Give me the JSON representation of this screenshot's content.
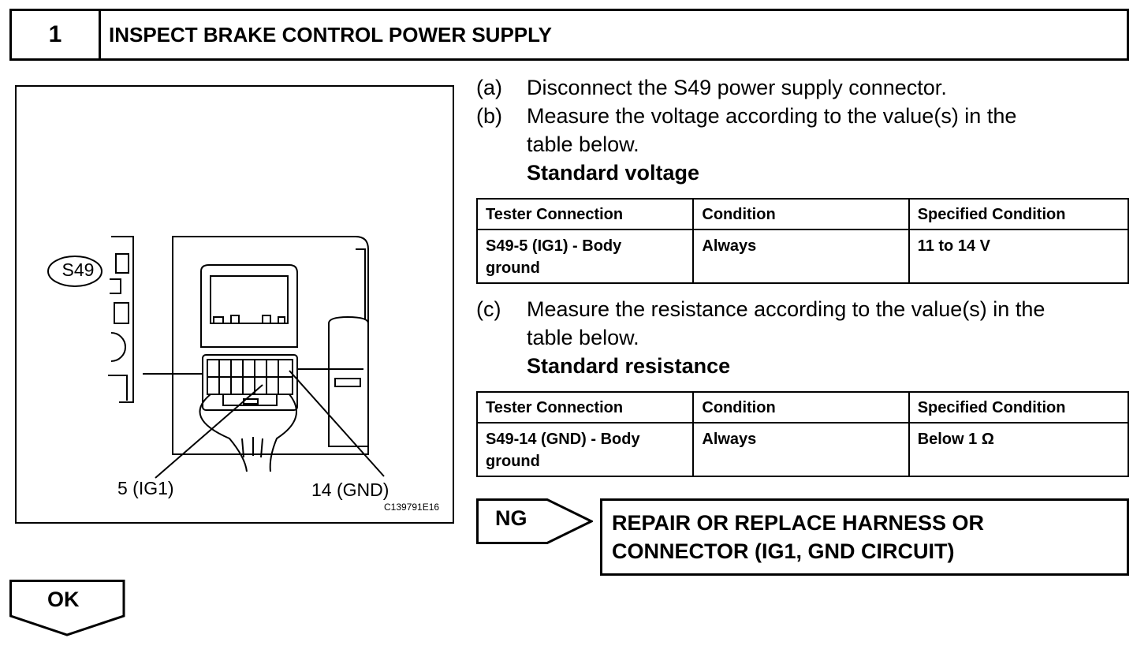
{
  "step": {
    "number": "1",
    "title": "INSPECT BRAKE CONTROL POWER SUPPLY"
  },
  "illustration": {
    "connector_tag": "S49",
    "pin_label_1": "5 (IG1)",
    "pin_label_2": "14 (GND)",
    "figure_code": "C139791E16"
  },
  "procedure": {
    "a": {
      "letter": "(a)",
      "text": "Disconnect the S49 power supply connector."
    },
    "b": {
      "letter": "(b)",
      "line1": "Measure the voltage according to the value(s) in the",
      "line2": "table below."
    },
    "b_title": "Standard voltage",
    "c": {
      "letter": "(c)",
      "line1": "Measure the resistance according to the value(s) in the",
      "line2": "table below."
    },
    "c_title": "Standard resistance"
  },
  "voltage_table": {
    "headers": [
      "Tester Connection",
      "Condition",
      "Specified Condition"
    ],
    "rows": [
      {
        "connection_line1": "S49-5 (IG1) - Body",
        "connection_line2": "ground",
        "condition": "Always",
        "specified": "11 to 14 V"
      }
    ]
  },
  "resistance_table": {
    "headers": [
      "Tester Connection",
      "Condition",
      "Specified Condition"
    ],
    "rows": [
      {
        "connection_line1": "S49-14 (GND) - Body",
        "connection_line2": "ground",
        "condition": "Always",
        "specified": "Below 1 Ω"
      }
    ]
  },
  "ng": {
    "label": "NG",
    "result_line1": "REPAIR OR REPLACE HARNESS OR",
    "result_line2": "CONNECTOR (IG1, GND CIRCUIT)"
  },
  "ok": {
    "label": "OK"
  }
}
